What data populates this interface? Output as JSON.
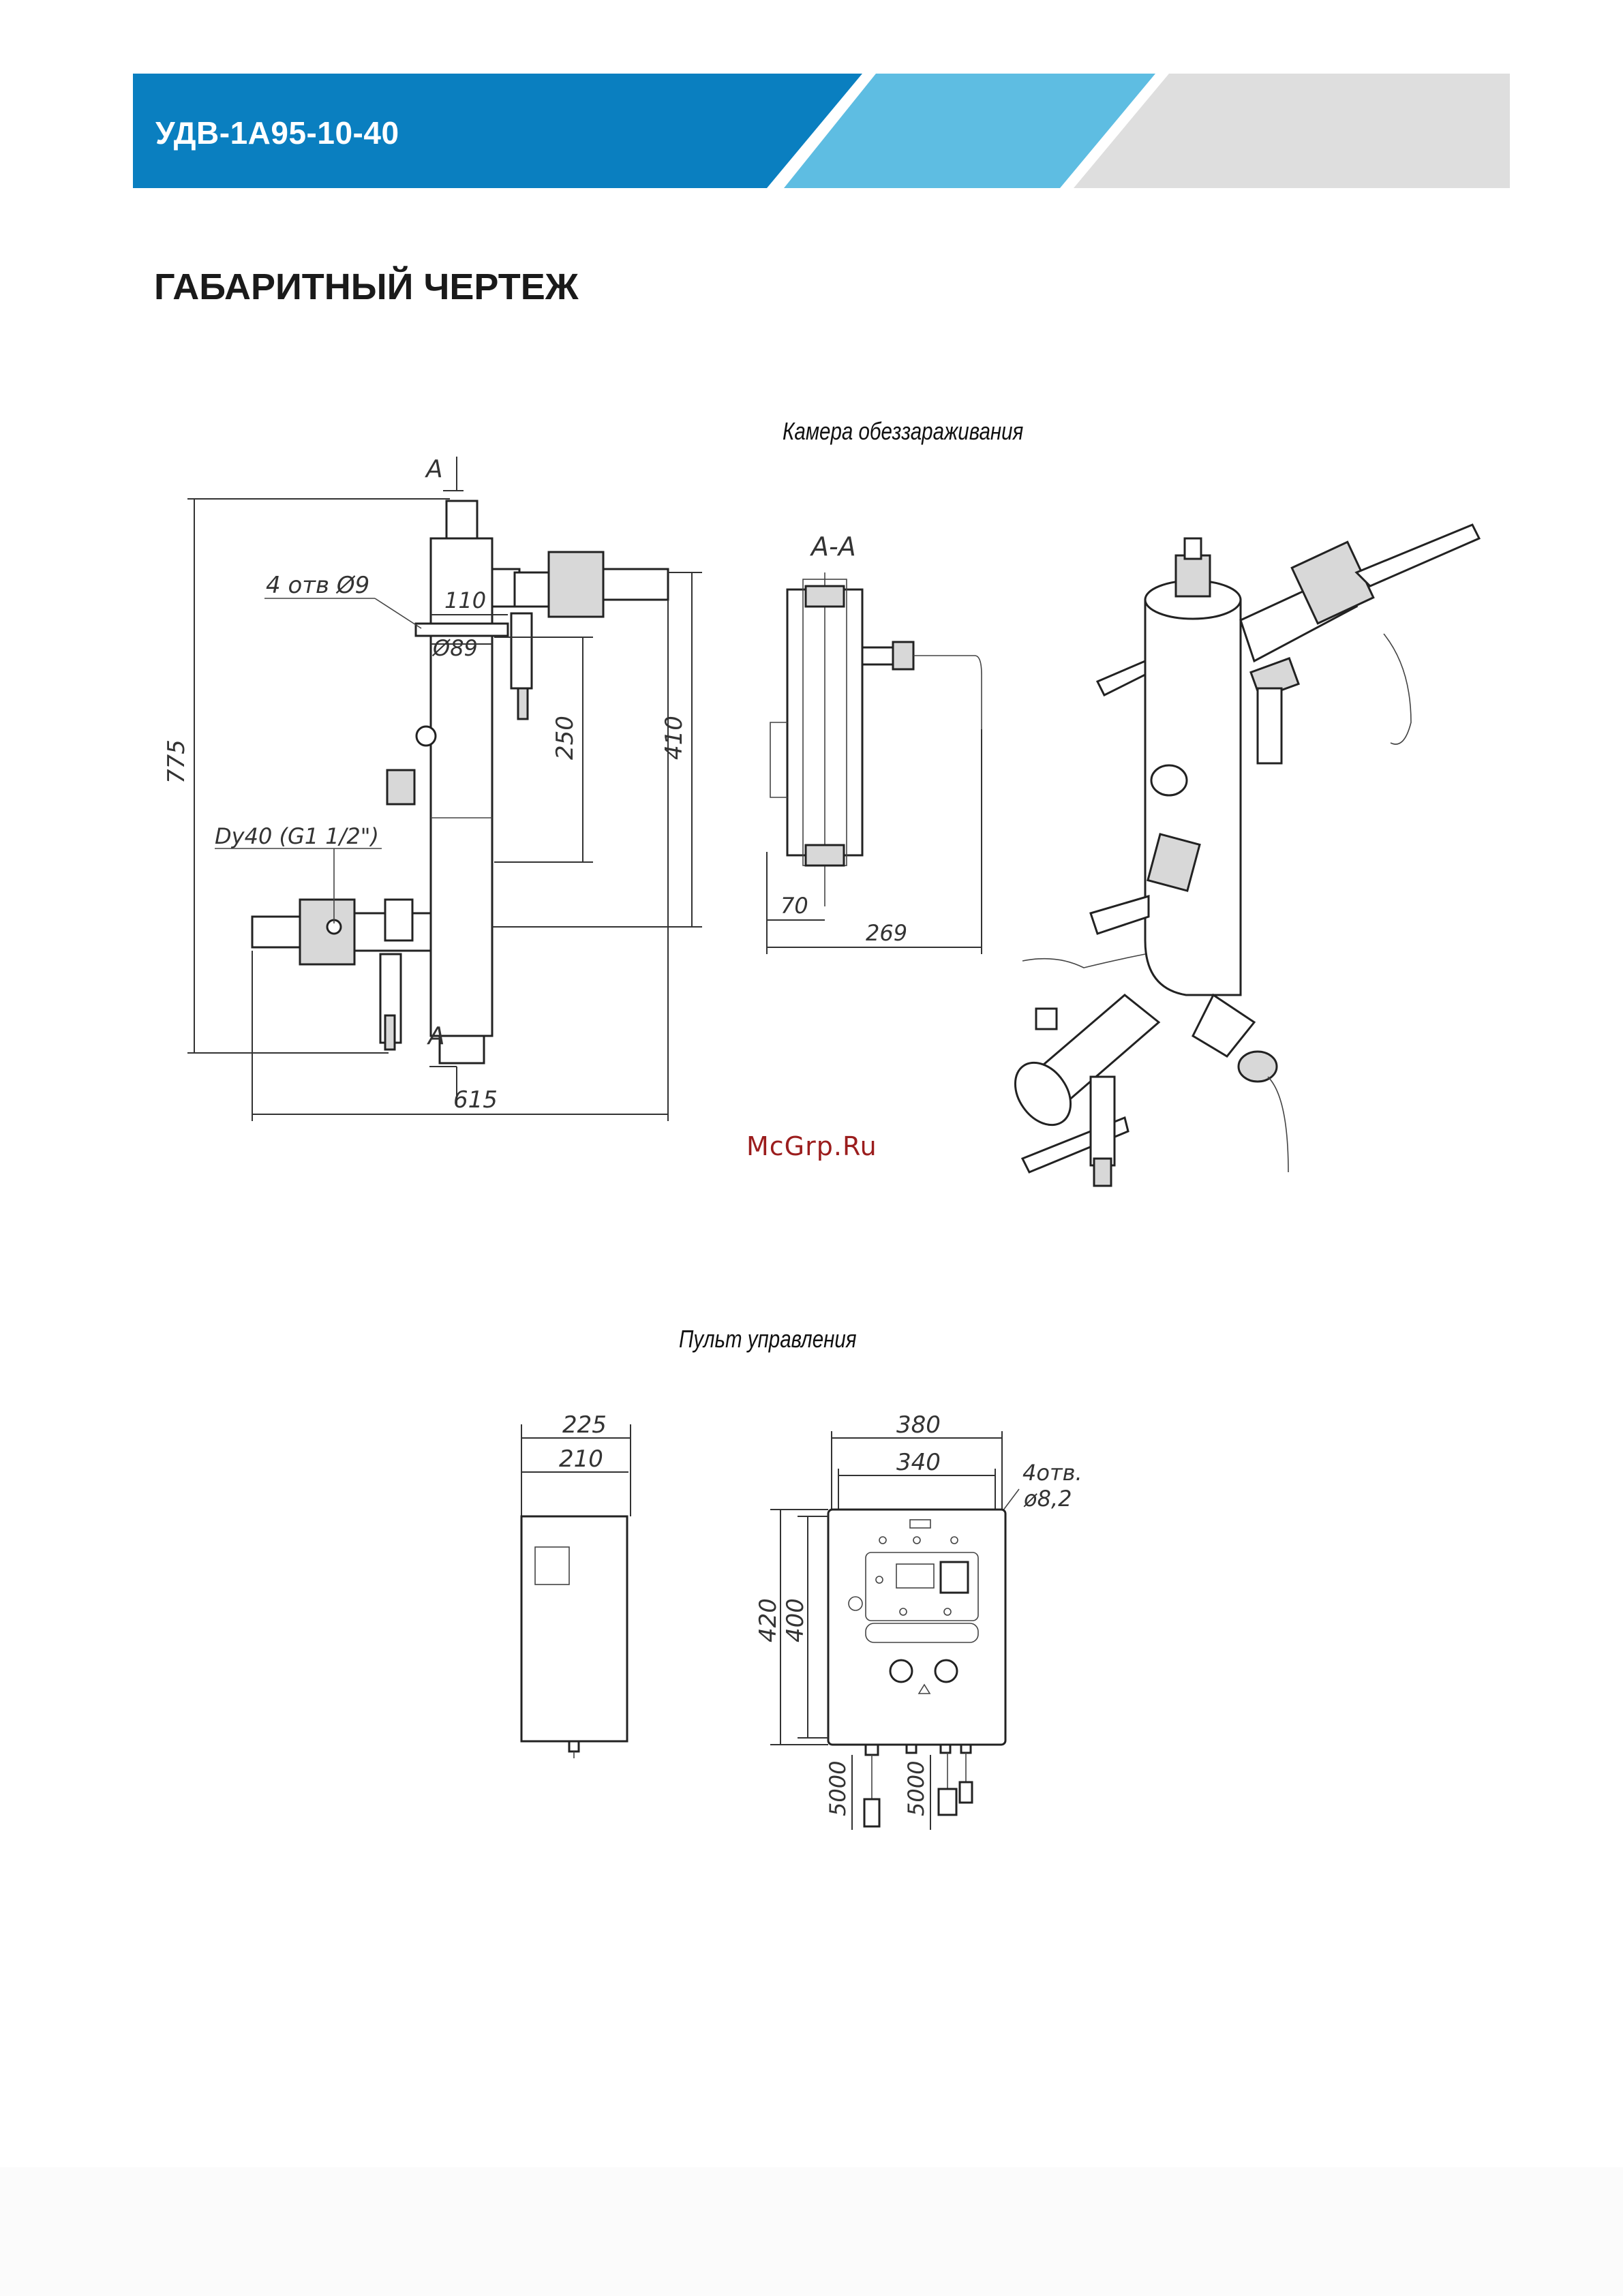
{
  "header": {
    "model": "УДВ-1А95-10-40",
    "colors": {
      "dark_blue": "#0a7fc0",
      "light_blue": "#5ebde2",
      "gray": "#dedede"
    }
  },
  "section_title": "ГАБАРИТНЫЙ ЧЕРТЕЖ",
  "chamber": {
    "caption": "Камера обеззараживания",
    "section_mark": "А",
    "section_view": "А-А",
    "holes_label": "4 отв Ø9",
    "dims": {
      "width_top": "110",
      "diameter": "Ø89",
      "height_total": "775",
      "height_inner": "250",
      "height_pipes": "410",
      "width_total": "615",
      "connection": "Dy40 (G1 1/2\")",
      "section_70": "70",
      "section_269": "269"
    }
  },
  "watermark": "McGrp.Ru",
  "control_panel": {
    "caption": "Пульт управления",
    "dims": {
      "depth_outer": "225",
      "depth_inner": "210",
      "width_outer": "380",
      "width_inner": "340",
      "holes": "4отв.",
      "hole_diameter": "ø8,2",
      "height_outer": "420",
      "height_inner": "400",
      "cable_1": "5000",
      "cable_2": "5000"
    }
  }
}
